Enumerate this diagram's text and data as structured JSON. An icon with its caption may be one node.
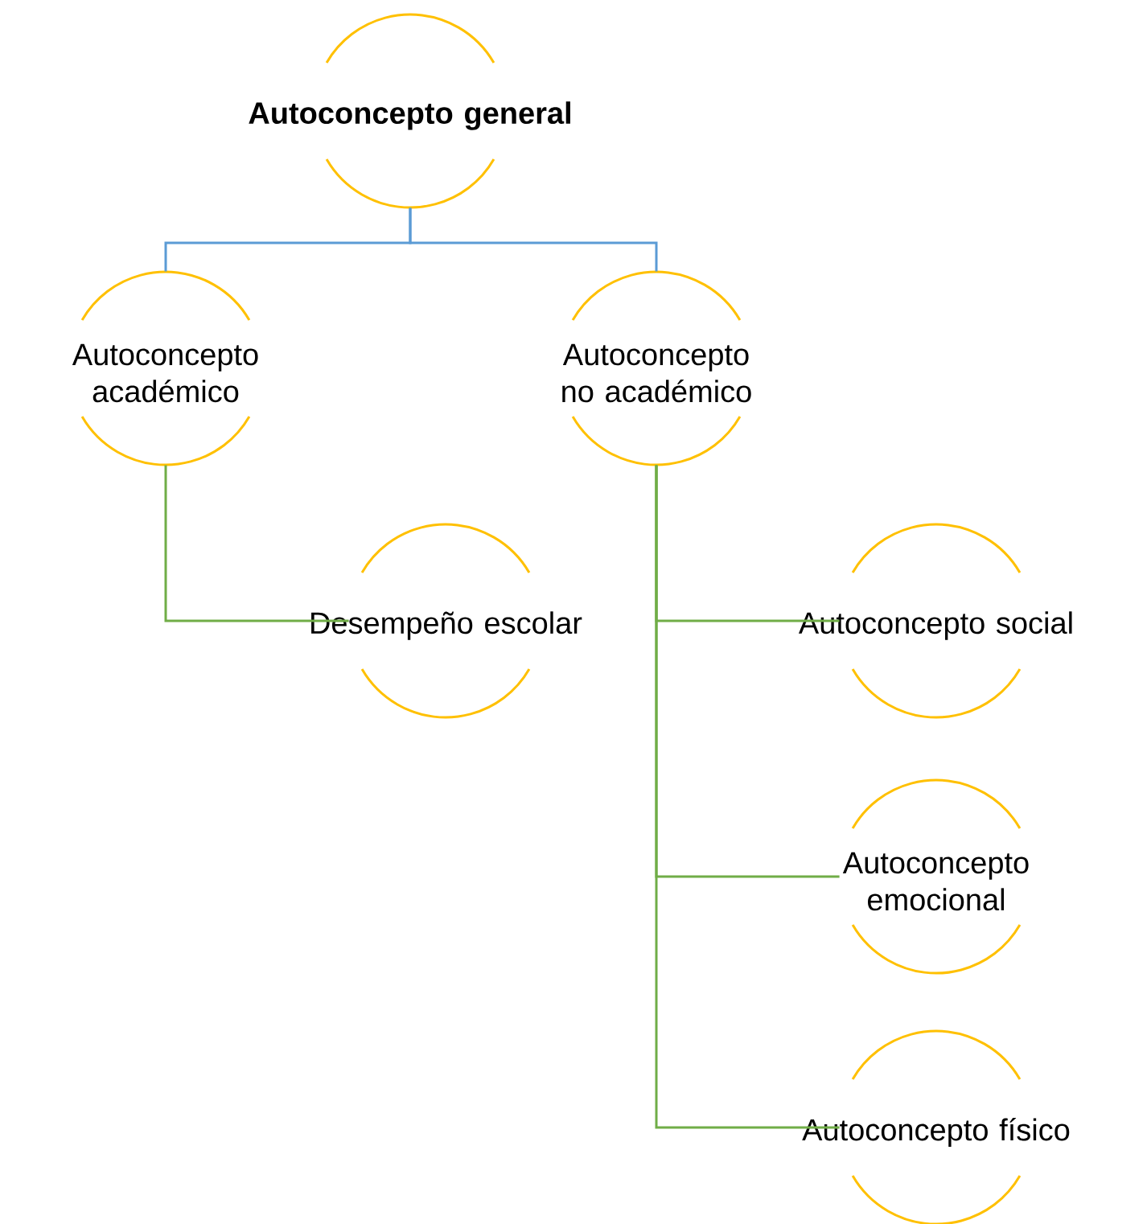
{
  "diagram": {
    "nodes": [
      {
        "text": [
          "Autoconcepto general"
        ]
      },
      {
        "text": [
          "Autoconcepto académico"
        ]
      },
      {
        "text": [
          "Autoconcepto no académico"
        ]
      },
      {
        "text": [
          "Desempeño escolar"
        ]
      },
      {
        "text": [
          "Autoconcepto social"
        ]
      },
      {
        "text": [
          "Autoconcepto emocional"
        ]
      },
      {
        "text": [
          "Autoconcepto físico"
        ]
      }
    ],
    "edges": [
      {
        "from": 0,
        "to": 1,
        "arrow": "none",
        "color": "#5b9bd5"
      },
      {
        "from": 0,
        "to": 2,
        "arrow": "none",
        "color": "#5b9bd5"
      },
      {
        "from": 1,
        "to": 3,
        "arrow": "none"
      },
      {
        "from": 2,
        "to": 4,
        "arrow": "none"
      },
      {
        "from": 2,
        "to": 5,
        "arrow": "none"
      },
      {
        "from": 2,
        "to": 6,
        "arrow": "none"
      }
    ]
  }
}
